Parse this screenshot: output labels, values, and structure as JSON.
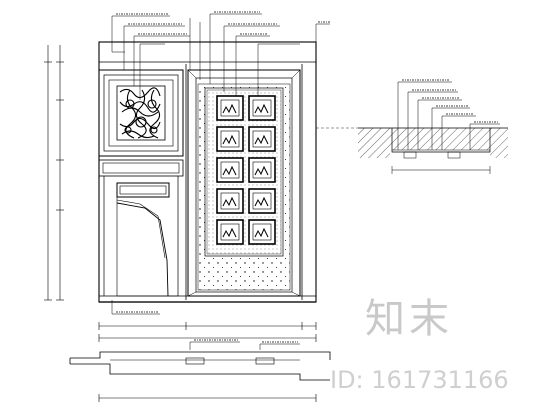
{
  "watermark": {
    "logo_text": "知末",
    "id_text": "ID: 161731166"
  },
  "colors": {
    "line": "#000000",
    "watermark": "#c9c9c9"
  },
  "frames": {
    "art_frame_count": 10,
    "art_frame_columns": 2
  }
}
